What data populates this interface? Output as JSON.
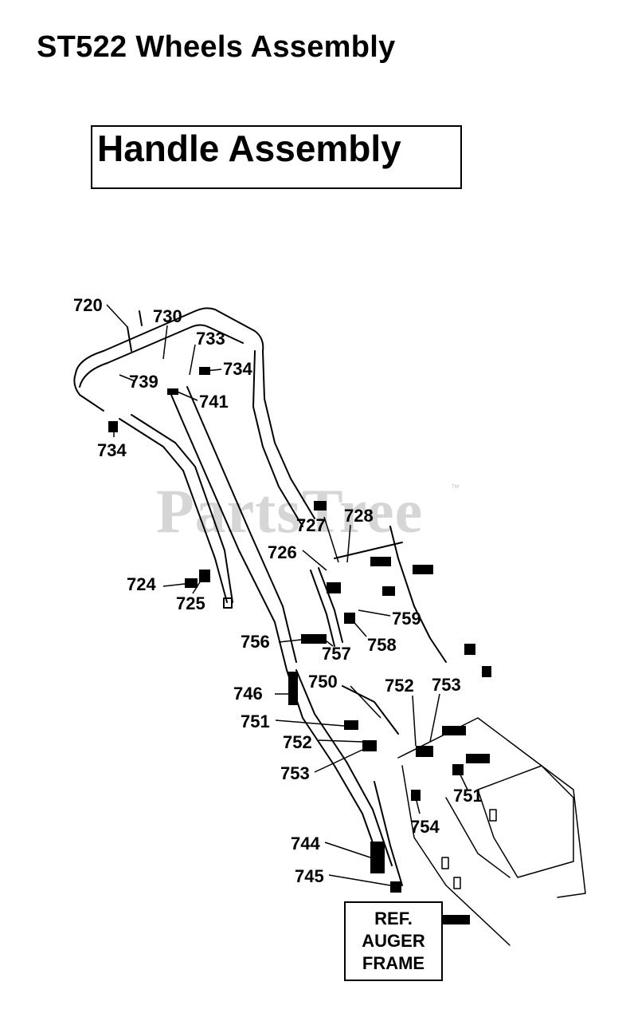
{
  "title": "ST522 Wheels Assembly",
  "subtitle": "Handle Assembly",
  "watermark": {
    "text": "PartsTree",
    "tm": "™"
  },
  "ref_box": {
    "lines": [
      "REF.",
      "AUGER",
      "FRAME"
    ]
  },
  "callouts": [
    {
      "id": "720",
      "text": "720"
    },
    {
      "id": "730",
      "text": "730"
    },
    {
      "id": "733",
      "text": "733"
    },
    {
      "id": "734a",
      "text": "734"
    },
    {
      "id": "739",
      "text": "739"
    },
    {
      "id": "741",
      "text": "741"
    },
    {
      "id": "734b",
      "text": "734"
    },
    {
      "id": "727",
      "text": "727"
    },
    {
      "id": "728",
      "text": "728"
    },
    {
      "id": "726",
      "text": "726"
    },
    {
      "id": "724",
      "text": "724"
    },
    {
      "id": "725",
      "text": "725"
    },
    {
      "id": "759",
      "text": "759"
    },
    {
      "id": "756",
      "text": "756"
    },
    {
      "id": "758",
      "text": "758"
    },
    {
      "id": "757",
      "text": "757"
    },
    {
      "id": "750",
      "text": "750"
    },
    {
      "id": "752a",
      "text": "752"
    },
    {
      "id": "753a",
      "text": "753"
    },
    {
      "id": "746",
      "text": "746"
    },
    {
      "id": "751a",
      "text": "751"
    },
    {
      "id": "752b",
      "text": "752"
    },
    {
      "id": "753b",
      "text": "753"
    },
    {
      "id": "751b",
      "text": "751"
    },
    {
      "id": "754",
      "text": "754"
    },
    {
      "id": "744",
      "text": "744"
    },
    {
      "id": "745",
      "text": "745"
    }
  ]
}
